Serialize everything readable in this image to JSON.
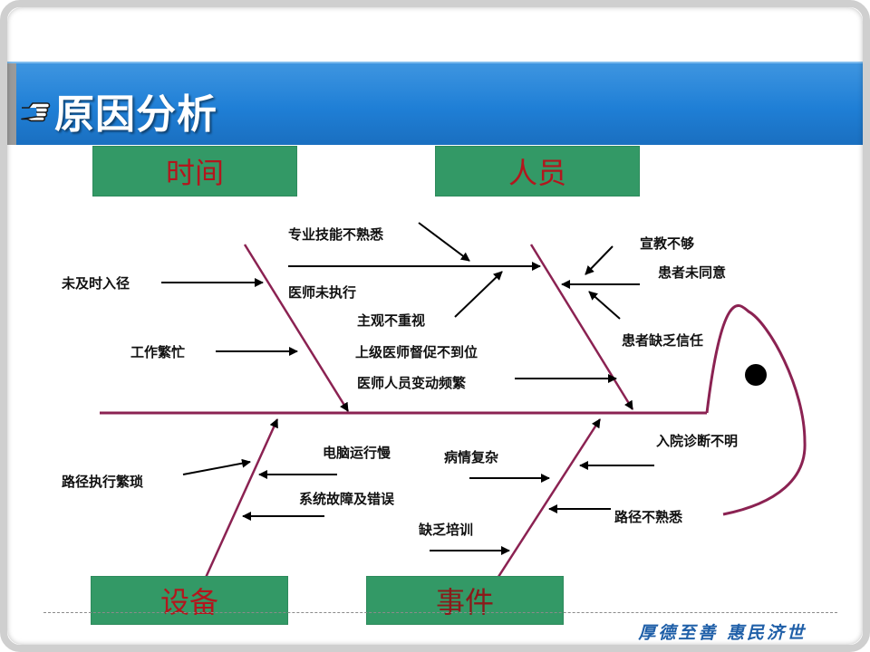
{
  "slide": {
    "title": "原因分析",
    "slogan": "厚德至善 惠民济世"
  },
  "categories": {
    "time": "时间",
    "people": "人员",
    "equipment": "设备",
    "events": "事件"
  },
  "causes": {
    "time": [
      "未及时入径",
      "工作繁忙"
    ],
    "people_branch": [
      "专业技能不熟悉",
      "医师未执行",
      "主观不重视",
      "上级医师督促不到位",
      "医师人员变动频繁"
    ],
    "patient": [
      "宣教不够",
      "患者未同意",
      "患者缺乏信任"
    ],
    "equipment": [
      "路径执行繁琐",
      "电脑运行慢",
      "系统故障及错误"
    ],
    "events": [
      "病情复杂",
      "缺乏培训",
      "入院诊断不明",
      "路径不熟悉"
    ]
  },
  "colors": {
    "bone": "#8b2252",
    "category_box": "#339966",
    "category_text": "#b3161d",
    "title_bar": "#1f7fd6"
  }
}
